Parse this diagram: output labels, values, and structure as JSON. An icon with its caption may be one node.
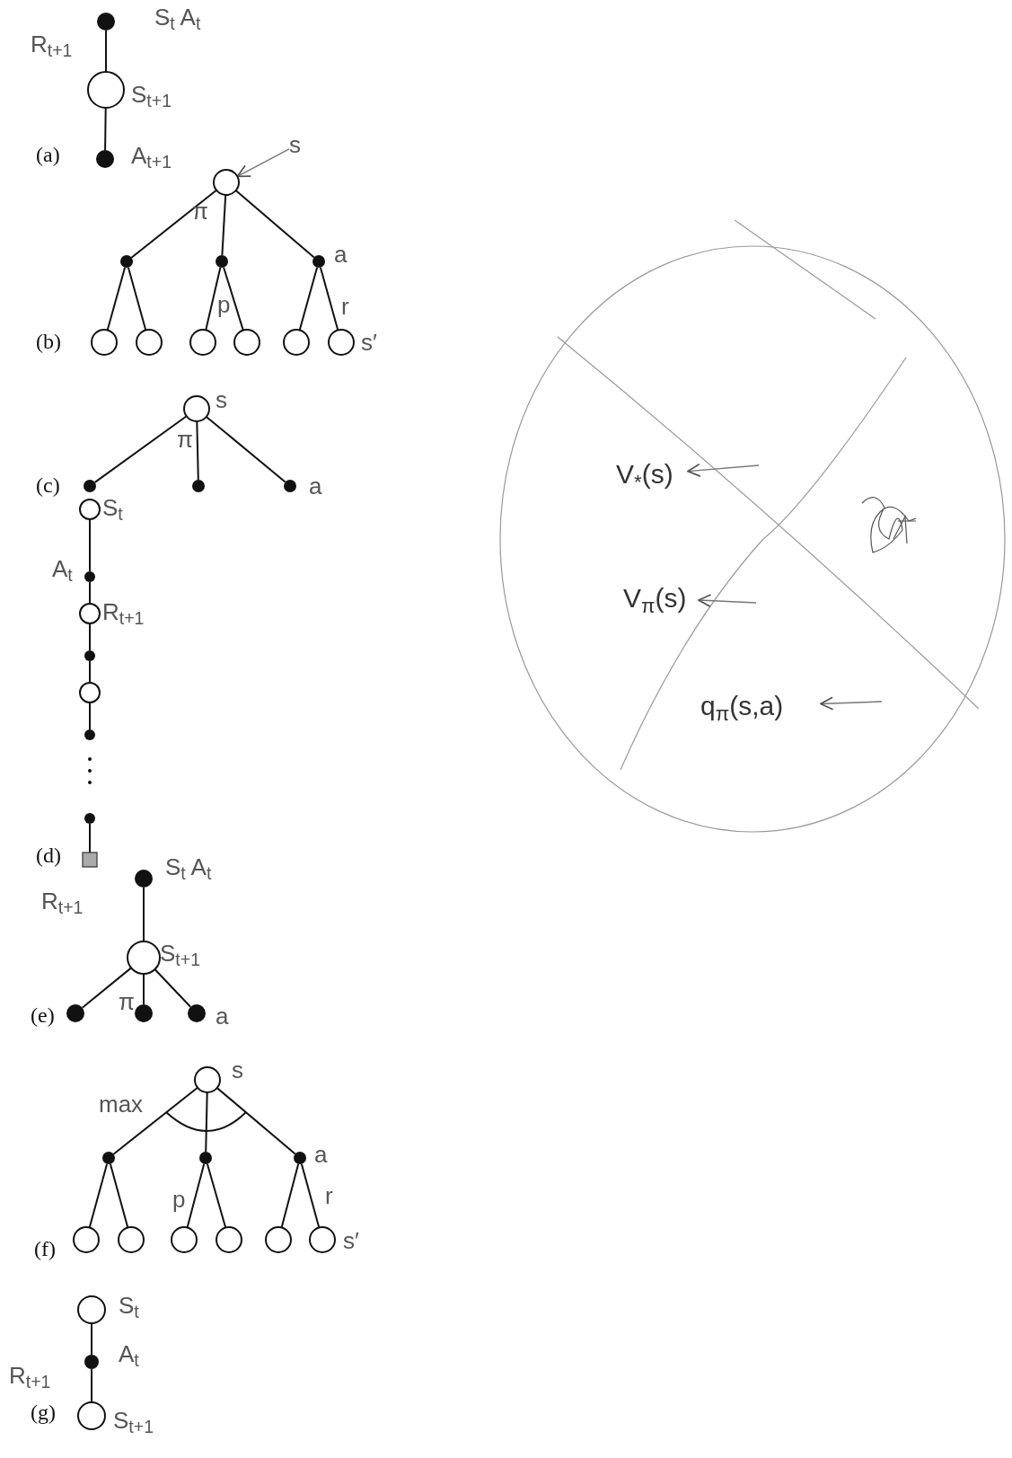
{
  "diagram": {
    "nodes": [
      {
        "text": [],
        "shape": "dot"
      },
      {
        "text": [],
        "shape": "circle"
      },
      {
        "text": [],
        "shape": "dot"
      },
      {
        "text": [],
        "shape": "circle"
      },
      {
        "text": [
          "s"
        ]
      },
      {
        "text": [],
        "shape": "dot"
      },
      {
        "text": [],
        "shape": "dot"
      },
      {
        "text": [],
        "shape": "dot"
      },
      {
        "text": [],
        "shape": "circle"
      },
      {
        "text": [],
        "shape": "circle"
      },
      {
        "text": [],
        "shape": "circle"
      },
      {
        "text": [],
        "shape": "circle"
      },
      {
        "text": [],
        "shape": "circle"
      },
      {
        "text": [],
        "shape": "circle"
      },
      {
        "text": [],
        "shape": "circle"
      },
      {
        "text": [],
        "shape": "dot"
      },
      {
        "text": [],
        "shape": "dot"
      },
      {
        "text": [],
        "shape": "dot"
      },
      {
        "text": [],
        "shape": "circle"
      },
      {
        "text": [],
        "shape": "dot"
      },
      {
        "text": [],
        "shape": "circle"
      },
      {
        "text": [],
        "shape": "dot"
      },
      {
        "text": [],
        "shape": "circle"
      },
      {
        "text": [],
        "shape": "dot"
      },
      {
        "text": [],
        "shape": "dot"
      },
      {
        "text": [],
        "shape": "box"
      },
      {
        "text": [],
        "shape": "dot"
      },
      {
        "text": [],
        "shape": "circle"
      },
      {
        "text": [],
        "shape": "dot"
      },
      {
        "text": [],
        "shape": "dot"
      },
      {
        "text": [],
        "shape": "dot"
      },
      {
        "text": [],
        "shape": "circle"
      },
      {
        "text": [],
        "shape": "dot"
      },
      {
        "text": [],
        "shape": "dot"
      },
      {
        "text": [],
        "shape": "dot"
      },
      {
        "text": [],
        "shape": "circle"
      },
      {
        "text": [],
        "shape": "circle"
      },
      {
        "text": [],
        "shape": "circle"
      },
      {
        "text": [],
        "shape": "circle"
      },
      {
        "text": [],
        "shape": "circle"
      },
      {
        "text": [],
        "shape": "circle"
      },
      {
        "text": [],
        "shape": "circle"
      },
      {
        "text": [],
        "shape": "dot"
      },
      {
        "text": [],
        "shape": "circle"
      },
      {
        "text": [
          "V$_{*}$(s)"
        ]
      },
      {
        "text": [
          "V$_{π}$(s)"
        ]
      },
      {
        "text": [
          "q$_{π}$(s,a)"
        ]
      }
    ],
    "edges": [
      {
        "from": 0,
        "to": 1,
        "arrow": "none"
      },
      {
        "from": 1,
        "to": 2,
        "arrow": "none"
      },
      {
        "from": 4,
        "to": 3,
        "arrow": "to",
        "color": "#777777"
      },
      {
        "from": 3,
        "to": 5,
        "arrow": "none"
      },
      {
        "from": 3,
        "to": 6,
        "arrow": "none"
      },
      {
        "from": 3,
        "to": 7,
        "arrow": "none"
      },
      {
        "from": 5,
        "to": 8,
        "arrow": "none"
      },
      {
        "from": 5,
        "to": 9,
        "arrow": "none"
      },
      {
        "from": 6,
        "to": 10,
        "arrow": "none"
      },
      {
        "from": 6,
        "to": 11,
        "arrow": "none"
      },
      {
        "from": 7,
        "to": 12,
        "arrow": "none"
      },
      {
        "from": 7,
        "to": 13,
        "arrow": "none"
      },
      {
        "from": 14,
        "to": 15,
        "arrow": "none"
      },
      {
        "from": 14,
        "to": 16,
        "arrow": "none"
      },
      {
        "from": 14,
        "to": 17,
        "arrow": "none"
      },
      {
        "from": 18,
        "to": 19,
        "arrow": "none"
      },
      {
        "from": 19,
        "to": 20,
        "arrow": "none"
      },
      {
        "from": 20,
        "to": 21,
        "arrow": "none"
      },
      {
        "from": 21,
        "to": 22,
        "arrow": "none"
      },
      {
        "from": 22,
        "to": 23,
        "arrow": "none"
      },
      {
        "from": 24,
        "to": 25,
        "arrow": "none"
      },
      {
        "from": 26,
        "to": 27,
        "arrow": "none"
      },
      {
        "from": 27,
        "to": 28,
        "arrow": "none"
      },
      {
        "from": 27,
        "to": 29,
        "arrow": "none"
      },
      {
        "from": 27,
        "to": 30,
        "arrow": "none"
      },
      {
        "from": 31,
        "to": 32,
        "arrow": "none"
      },
      {
        "from": 31,
        "to": 33,
        "arrow": "none"
      },
      {
        "from": 31,
        "to": 34,
        "arrow": "none"
      },
      {
        "from": 32,
        "to": 35,
        "arrow": "none"
      },
      {
        "from": 32,
        "to": 36,
        "arrow": "none"
      },
      {
        "from": 33,
        "to": 37,
        "arrow": "none"
      },
      {
        "from": 33,
        "to": 38,
        "arrow": "none"
      },
      {
        "from": 34,
        "to": 39,
        "arrow": "none"
      },
      {
        "from": 34,
        "to": 40,
        "arrow": "none"
      },
      {
        "from": 41,
        "to": 42,
        "arrow": "none"
      },
      {
        "from": 42,
        "to": 43,
        "arrow": "none"
      },
      {
        "from": null,
        "to": 44,
        "arrow": "to",
        "color": "#777777"
      },
      {
        "from": null,
        "to": 45,
        "arrow": "to",
        "color": "#777777"
      },
      {
        "from": null,
        "to": 46,
        "arrow": "to",
        "color": "#777777"
      }
    ],
    "labels": [
      "S$_{t}$ A$_{t}$",
      "R$_{t+1}$",
      "S$_{t+1}$",
      "(a)",
      "A$_{t+1}$",
      "π",
      "a",
      "p",
      "r",
      "(b)",
      "s′",
      "s",
      "π",
      "(c)",
      "a",
      "S$_{t}$",
      "A$_{t}$",
      "R$_{t+1}$",
      "(d)",
      "S$_{t}$ A$_{t}$",
      "R$_{t+1}$",
      "S$_{t+1}$",
      "π",
      "(e)",
      "a",
      "s",
      "max",
      "a",
      "p",
      "r",
      "(f)",
      "s′",
      "S$_{t}$",
      "A$_{t}$",
      "R$_{t+1}$",
      "(g)",
      "S$_{t+1}$"
    ]
  }
}
